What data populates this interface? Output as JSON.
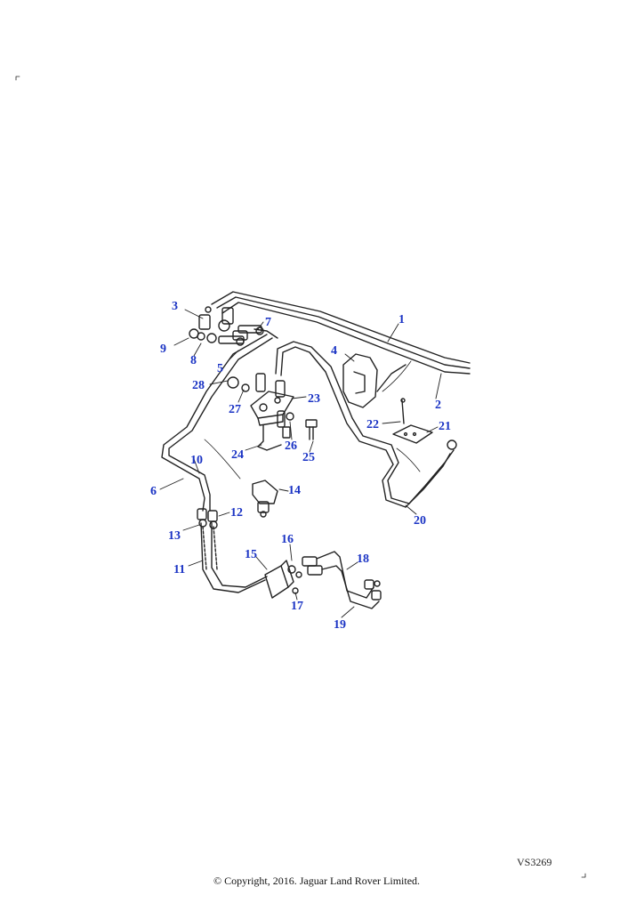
{
  "callouts": [
    "1",
    "2",
    "3",
    "4",
    "5",
    "6",
    "7",
    "8",
    "9",
    "10",
    "11",
    "12",
    "13",
    "14",
    "15",
    "16",
    "17",
    "18",
    "19",
    "20",
    "21",
    "22",
    "23",
    "24",
    "25",
    "26",
    "27",
    "28"
  ],
  "figure_ref": "VS3269",
  "copyright": "© Copyright, 2016. Jaguar Land Rover Limited."
}
